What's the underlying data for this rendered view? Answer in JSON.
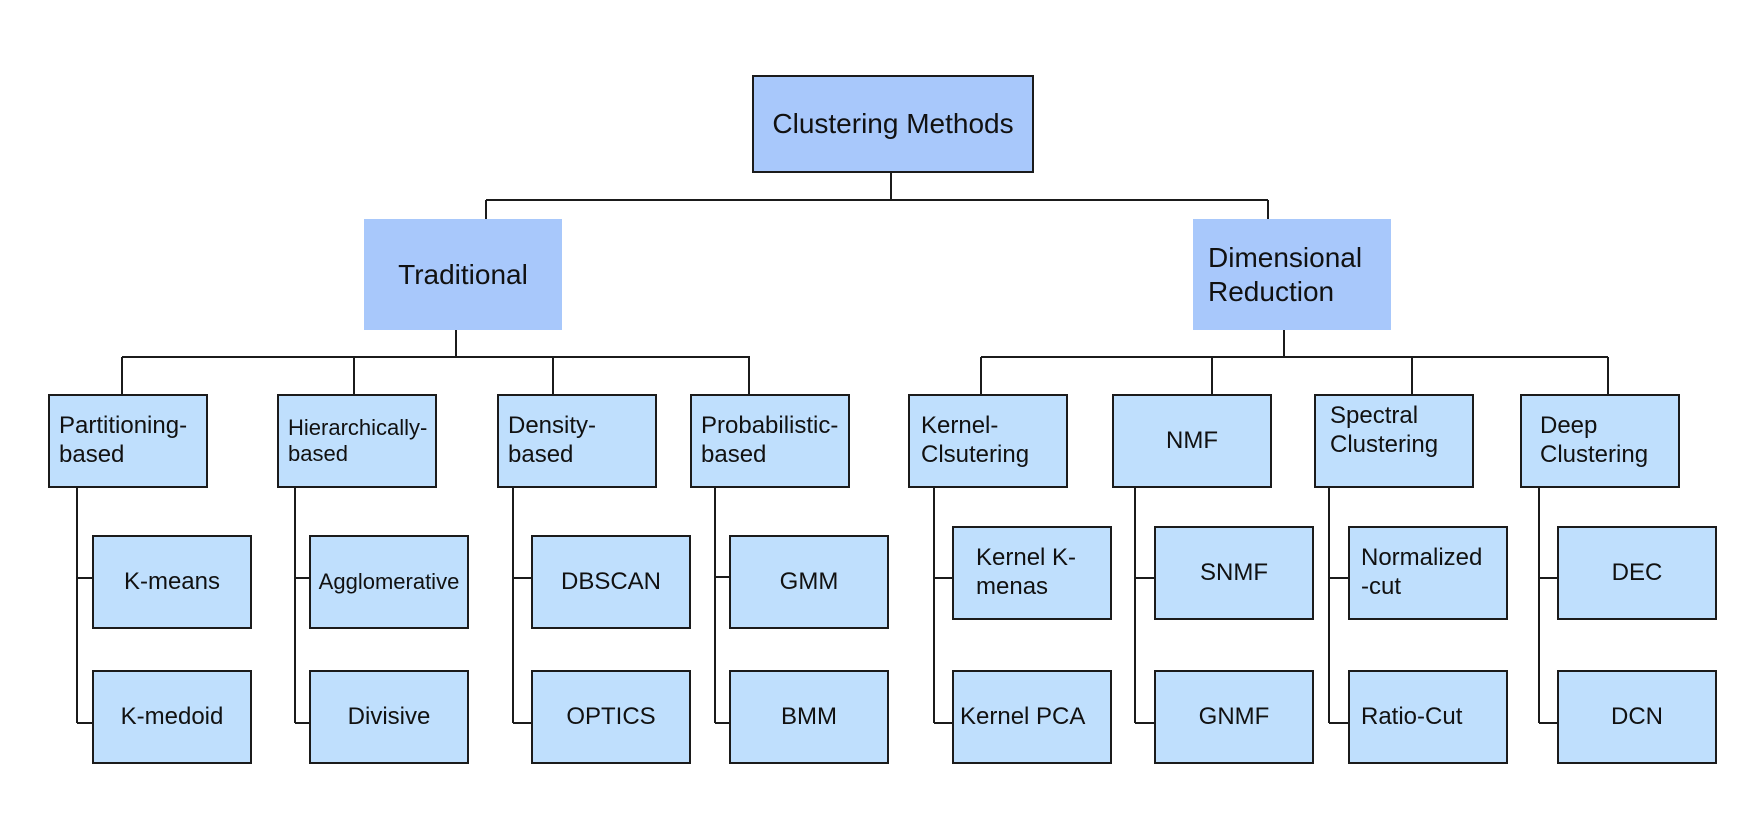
{
  "colors": {
    "category_fill": "#a8c8fb",
    "node_fill": "#bfdffd",
    "outline": "#1b1b1b"
  },
  "root": "Clustering Methods",
  "categories": {
    "traditional": "Traditional",
    "dimensional": "Dimensional\nReduction"
  },
  "groups": {
    "partitioning": "Partitioning-\nbased",
    "hierarchical": "Hierarchically-\nbased",
    "density": "Density-\nbased",
    "probabilistic": "Probabilistic-\nbased",
    "kernel": "Kernel-\nClsutering",
    "nmf": "NMF",
    "spectral": "Spectral\nClustering",
    "deep": "Deep\nClustering"
  },
  "leaves": {
    "kmeans": "K-means",
    "kmedoid": "K-medoid",
    "agglomerative": "Agglomerative",
    "divisive": "Divisive",
    "dbscan": "DBSCAN",
    "optics": "OPTICS",
    "gmm": "GMM",
    "bmm": "BMM",
    "kernel_kmeans": "Kernel K-\nmenas",
    "kernel_pca": "Kernel PCA",
    "snmf": "SNMF",
    "gnmf": "GNMF",
    "normalized_cut": "Normalized\n-cut",
    "ratio_cut": "Ratio-Cut",
    "dec": "DEC",
    "dcn": "DCN"
  }
}
